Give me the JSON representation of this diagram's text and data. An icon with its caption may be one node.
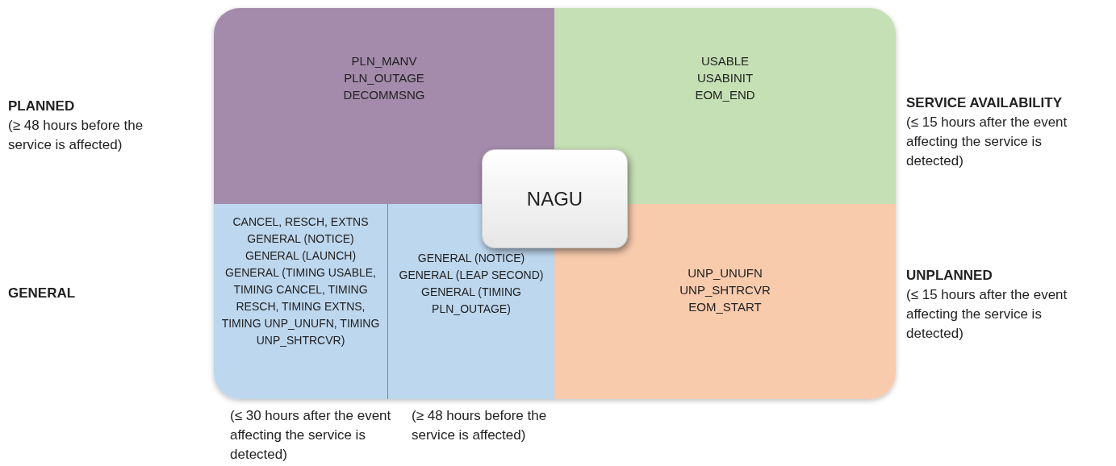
{
  "diagram": {
    "nodes": [
      {
        "text": [
          "PLN_MANV",
          "PLN_OUTAGE",
          "DECOMMSNG"
        ],
        "beside": [
          "PLANNED",
          "(≥ 48 hours before the service is affected)"
        ]
      },
      {
        "text": [
          "USABLE",
          "USABINIT",
          "EOM_END"
        ],
        "beside": [
          "SERVICE AVAILABILITY",
          "(≤ 15 hours after the event affecting the service is detected)"
        ]
      },
      {
        "text": [
          "CANCEL, RESCH, EXTNS",
          "GENERAL (NOTICE)",
          "GENERAL (LAUNCH)",
          "GENERAL (TIMING USABLE, TIMING CANCEL, TIMING RESCH, TIMING EXTNS, TIMING UNP_UNUFN, TIMING UNP_SHTRCVR)"
        ],
        "beside": [
          "(≤ 30 hours after the event affecting the service is detected)"
        ]
      },
      {
        "text": [
          "GENERAL (NOTICE)",
          "GENERAL (LEAP SECOND)",
          "GENERAL (TIMING PLN_OUTAGE)"
        ],
        "beside": [
          "(≥ 48 hours before the service is affected)"
        ]
      },
      {
        "text": [
          "UNP_UNUFN",
          "UNP_SHTRCVR",
          "EOM_START"
        ],
        "beside": [
          "UNPLANNED",
          "(≤ 15 hours after the event affecting the service is detected)"
        ]
      },
      {
        "text": [
          "NAGU"
        ]
      }
    ],
    "edges": [],
    "labels": [
      "GENERAL"
    ]
  }
}
